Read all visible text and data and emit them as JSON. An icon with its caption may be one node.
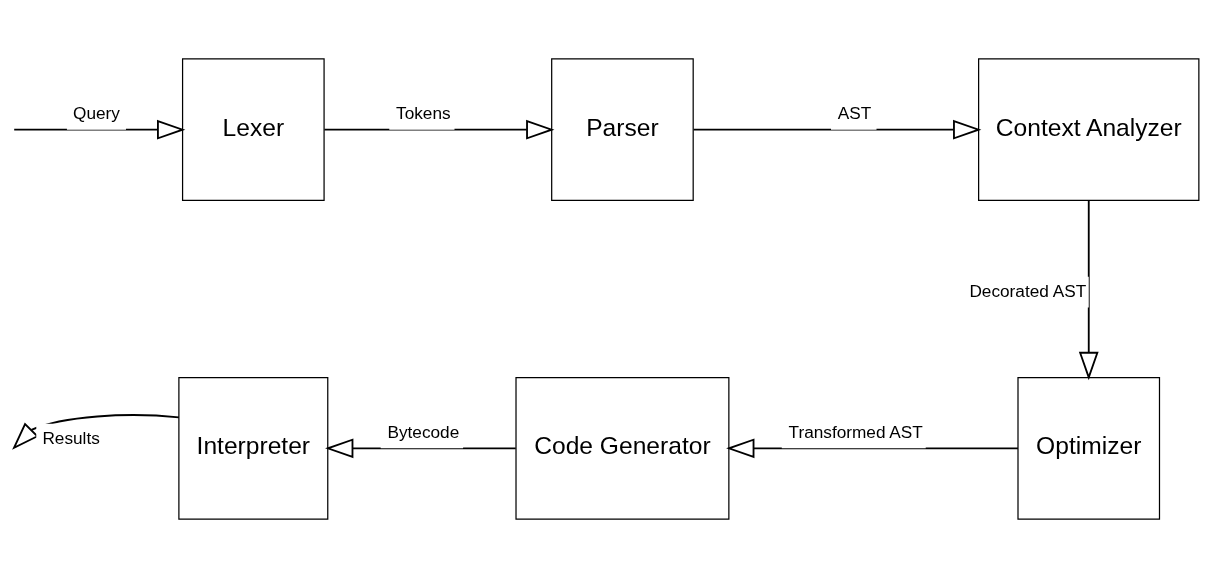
{
  "diagram": {
    "nodes": [
      {
        "text": [
          "Lexer"
        ]
      },
      {
        "text": [
          "Parser"
        ]
      },
      {
        "text": [
          "Context Analyzer"
        ]
      },
      {
        "text": [
          "Optimizer"
        ]
      },
      {
        "text": [
          "Code Generator"
        ]
      },
      {
        "text": [
          "Interpreter"
        ]
      }
    ],
    "edges": [
      {
        "from": null,
        "to": 0,
        "arrow": "to",
        "label": "Query"
      },
      {
        "from": 0,
        "to": 1,
        "arrow": "to",
        "label": "Tokens"
      },
      {
        "from": 1,
        "to": 2,
        "arrow": "to",
        "label": "AST"
      },
      {
        "from": 2,
        "to": 3,
        "arrow": "to",
        "label": "Decorated AST"
      },
      {
        "from": 3,
        "to": 4,
        "arrow": "to",
        "label": "Transformed AST"
      },
      {
        "from": 4,
        "to": 5,
        "arrow": "to",
        "label": "Bytecode"
      },
      {
        "from": 5,
        "to": null,
        "arrow": "to",
        "label": "Results"
      }
    ]
  }
}
